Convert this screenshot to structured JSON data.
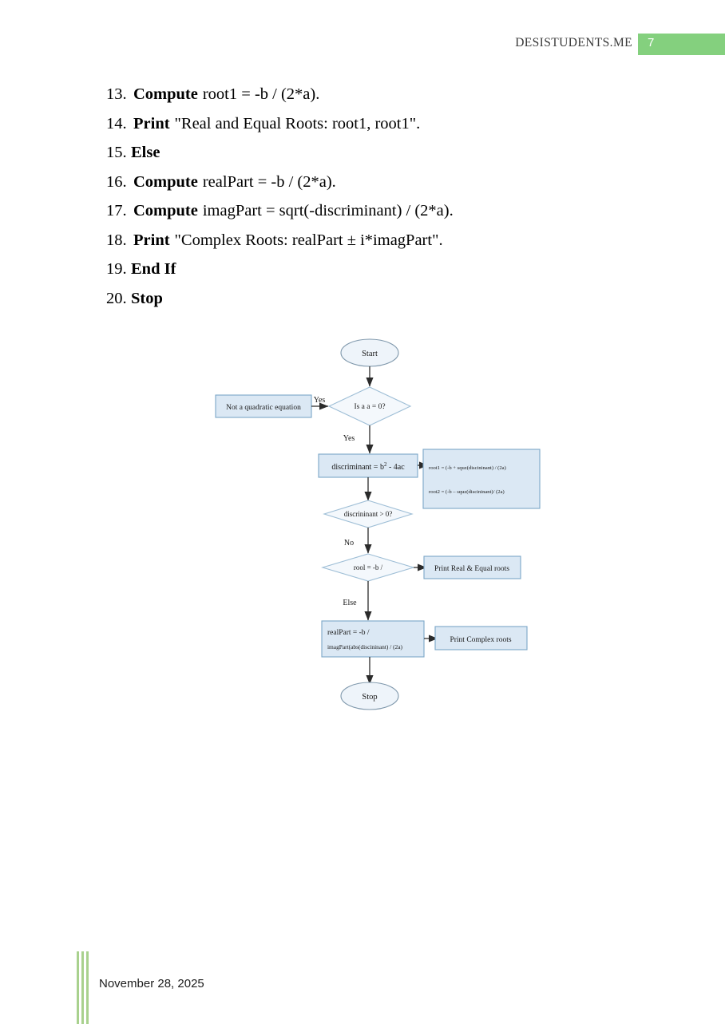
{
  "header": {
    "site_name": "DESISTUDENTS.ME",
    "page_number": "7",
    "accent_color": "#84d07e"
  },
  "document": {
    "steps": [
      {
        "number": "13.",
        "keyword": "Compute",
        "rest": "root1 = -b / (2*a)."
      },
      {
        "number": "14.",
        "keyword": "Print",
        "rest": "\"Real and Equal Roots: root1, root1\"."
      },
      {
        "number": "15.",
        "keyword": "Else",
        "rest": ""
      },
      {
        "number": "16.",
        "keyword": "Compute",
        "rest": "realPart = -b / (2*a)."
      },
      {
        "number": "17.",
        "keyword": "Compute",
        "rest": "imagPart = sqrt(-discriminant) / (2*a)."
      },
      {
        "number": "18.",
        "keyword": "Print",
        "rest": "\"Complex Roots: realPart ± i*imagPart\"."
      },
      {
        "number": "19.",
        "keyword": "End If",
        "rest": ""
      },
      {
        "number": "20.",
        "keyword": "Stop",
        "rest": ""
      }
    ]
  },
  "flowchart": {
    "colors": {
      "box_fill": "#dbe8f4",
      "box_stroke": "#7ba7c7",
      "diamond_fill": "#f4f8fc",
      "diamond_stroke": "#9ebed6",
      "oval_fill": "#eef4fa",
      "oval_stroke": "#7e97ab",
      "arrow": "#2b2b2b"
    },
    "nodes": {
      "start": "Start",
      "is_a_zero": "Is a a = 0?",
      "not_quadratic": "Not a quadratic equation",
      "discriminant": "discriminant = b² - 4ac",
      "roots_box_line1": "root1 = (-b + squz(discininant) / (2a)",
      "roots_box_line2": "root2 = (-b – squz(discininant)/ (2a)",
      "discriminant_gt_zero": "discrininant > 0?",
      "root_eq": "rool = -b /",
      "print_real_equal": "Print Real & Equal roots",
      "realpart_line1": "realPart = -b /",
      "realpart_line2": "imagPart(abs(discininant) / (2a)",
      "print_complex": "Print Complex roots",
      "stop": "Stop"
    },
    "edge_labels": {
      "yes_not_quadratic": "Yes",
      "yes_continue": "Yes",
      "no_branch": "No",
      "else_branch": "Else"
    }
  },
  "footer": {
    "date": "November 28, 2025",
    "bar_color": "#a9d18e"
  }
}
